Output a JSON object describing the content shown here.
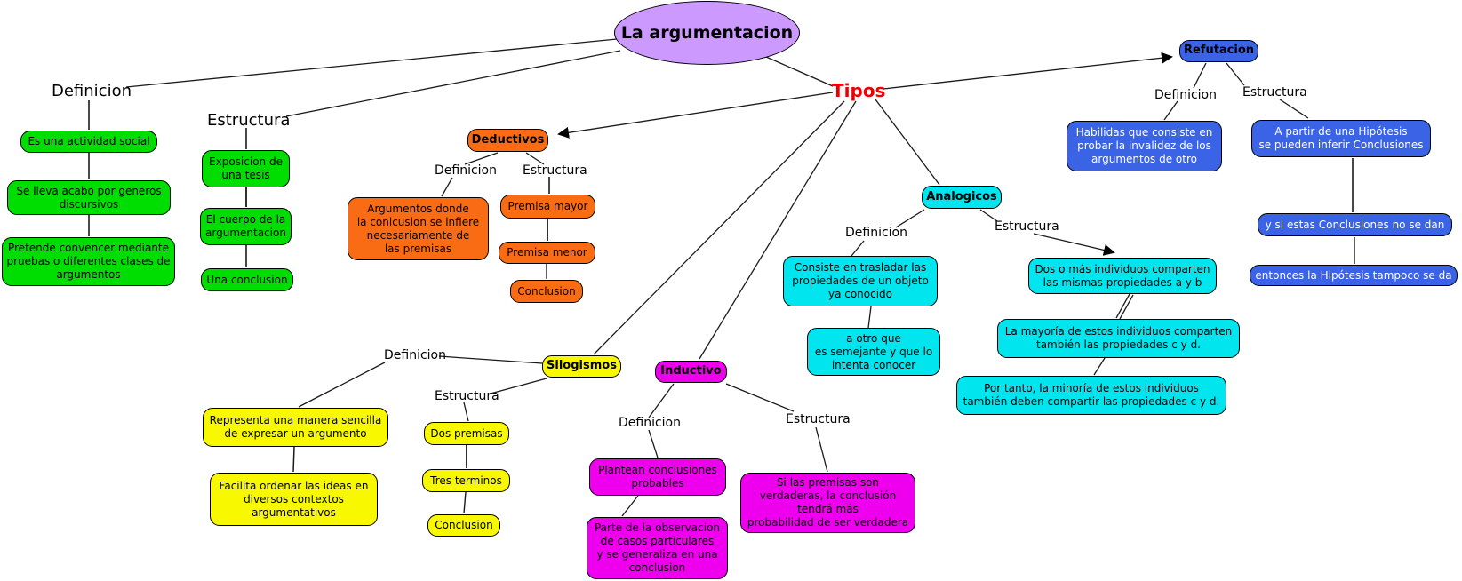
{
  "colors": {
    "root_fill": "#cc99ff",
    "green": "#00dd00",
    "orange": "#fa6c14",
    "yellow": "#f8f800",
    "magenta": "#ee00ee",
    "cyan": "#00e5ee",
    "blue": "#3b63e6",
    "tipos_text": "#ee0000"
  },
  "root": {
    "label": "La argumentacion"
  },
  "tipos": {
    "label": "Tipos"
  },
  "definicion": {
    "label": "Definicion",
    "items": [
      "Es una actividad social",
      "Se lleva acabo por generos discursivos",
      "Pretende convencer mediante pruebas o diferentes clases de argumentos"
    ]
  },
  "estructura": {
    "label": "Estructura",
    "items": [
      "Exposicion de una tesis",
      "El cuerpo de la argumentacion",
      "Una conclusion"
    ]
  },
  "deductivos": {
    "title": "Deductivos",
    "definicion_label": "Definicion",
    "estructura_label": "Estructura",
    "definicion_items": [
      "Argumentos donde\nla conlcusion se infiere\nnecesariamente de\nlas premisas"
    ],
    "estructura_items": [
      "Premisa mayor",
      "Premisa menor",
      "Conclusion"
    ]
  },
  "silogismos": {
    "title": "Silogismos",
    "definicion_label": "Definicion",
    "estructura_label": "Estructura",
    "definicion_items": [
      "Representa una manera sencilla de expresar un argumento",
      "Facilita ordenar las ideas en diversos contextos argumentativos"
    ],
    "estructura_items": [
      "Dos premisas",
      "Tres terminos",
      "Conclusion"
    ]
  },
  "inductivo": {
    "title": "Inductivo",
    "definicion_label": "Definicion",
    "estructura_label": "Estructura",
    "definicion_items": [
      "Plantean conclusiones probables",
      "Parte de la observacion\nde casos particulares\ny se generaliza en una\nconclusion"
    ],
    "estructura_items": [
      "Si las premisas son\nverdaderas, la conclusión\ntendrá más\nprobabilidad de ser verdadera"
    ]
  },
  "analogicos": {
    "title": "Analogicos",
    "definicion_label": "Definicion",
    "estructura_label": "Estructura",
    "definicion_items": [
      "Consiste en trasladar las propiedades de un objeto ya conocido",
      "a otro que\nes semejante y que lo\nintenta conocer"
    ],
    "estructura_items": [
      "Dos o más individuos comparten las mismas propiedades a y b",
      "La mayoría de estos individuos comparten también las propiedades c y d.",
      "Por tanto, la minoría de estos individuos también deben compartir las propiedades c y d."
    ]
  },
  "refutacion": {
    "title": "Refutacion",
    "definicion_label": "Definicion",
    "estructura_label": "Estructura",
    "definicion_items": [
      "Habilidas que consiste en probar la invalidez de los argumentos de otro"
    ],
    "estructura_items": [
      "A partir de una Hipótesis\nse pueden inferir Conclusiones",
      "y si estas Conclusiones no se dan",
      "entonces la Hipótesis tampoco se da"
    ]
  }
}
